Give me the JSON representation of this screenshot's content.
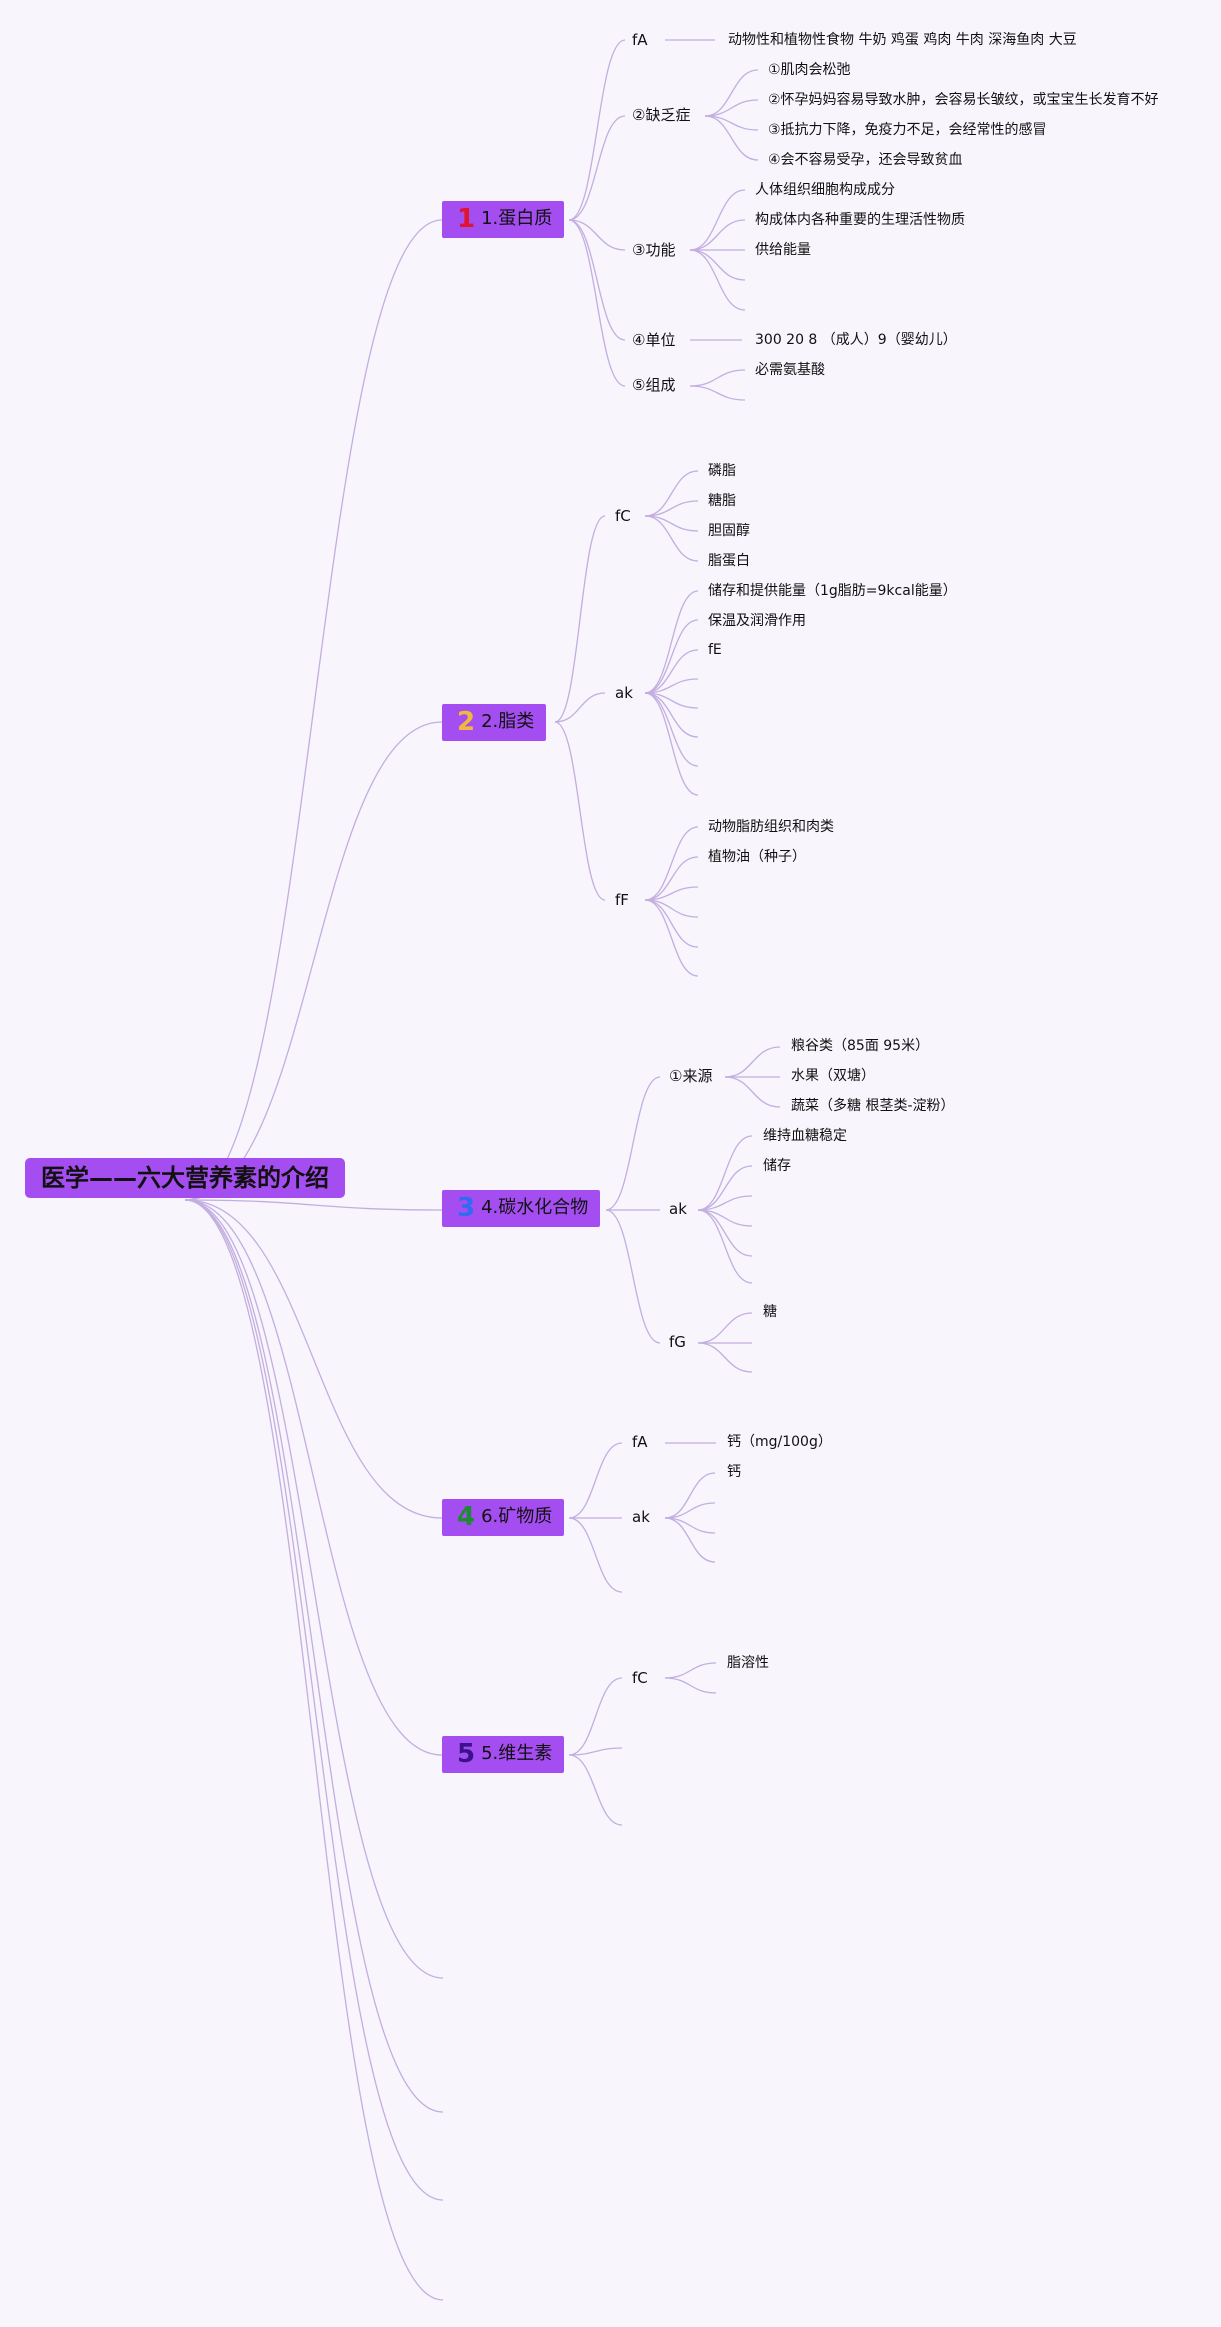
{
  "colors": {
    "background": "#f8f5fc",
    "node_fill": "#a44df0",
    "link": "#c3aee0",
    "num_1": "#e0142e",
    "num_2": "#f1b93c",
    "num_3": "#2f6cf0",
    "num_4": "#1f8a35",
    "num_5": "#3a138c"
  },
  "root": {
    "label": "医学——六大营养素的介绍"
  },
  "protein": {
    "num": "1",
    "label": "1.蛋白质",
    "subs": [
      {
        "label": "fA",
        "leaves": [
          "动物性和植物性食物 牛奶 鸡蛋 鸡肉 牛肉 深海鱼肉 大豆"
        ]
      },
      {
        "label": "②缺乏症",
        "leaves": [
          "①肌肉会松弛",
          "②怀孕妈妈容易导致水肿，会容易长皱纹，或宝宝生长发育不好",
          "③抵抗力下降，免疫力不足，会经常性的感冒",
          "④会不容易受孕，还会导致贫血"
        ]
      },
      {
        "label": "③功能",
        "leaves": [
          "人体组织细胞构成成分",
          "构成体内各种重要的生理活性物质",
          "供给能量"
        ]
      },
      {
        "label": "④单位",
        "leaves": [
          "300 20 8 （成人）9（婴幼儿）"
        ]
      },
      {
        "label": "⑤组成",
        "leaves": [
          "必需氨基酸"
        ]
      }
    ]
  },
  "fat": {
    "num": "2",
    "label": "2.脂类",
    "subs": [
      {
        "label": "fC",
        "leaves": [
          "磷脂",
          "糖脂",
          "胆固醇",
          "脂蛋白"
        ]
      },
      {
        "label": "ak",
        "leaves": [
          "储存和提供能量（1g脂肪=9kcal能量）",
          "保温及润滑作用",
          "fE"
        ]
      },
      {
        "label": "fF",
        "leaves": [
          "动物脂肪组织和肉类",
          "植物油（种子）"
        ]
      }
    ]
  },
  "carbs": {
    "num": "3",
    "label": "4.碳水化合物",
    "subs": [
      {
        "label": "①来源",
        "leaves": [
          "粮谷类（85面 95米）",
          "水果（双塘）",
          "蔬菜（多糖 根茎类-淀粉）"
        ]
      },
      {
        "label": "ak",
        "leaves": [
          "维持血糖稳定",
          "储存"
        ]
      },
      {
        "label": "fG",
        "leaves": [
          "糖"
        ]
      }
    ]
  },
  "minerals": {
    "num": "4",
    "label": "6.矿物质",
    "subs": [
      {
        "label": "fA",
        "leaves": [
          "钙（mg/100g）"
        ]
      },
      {
        "label": "ak",
        "leaves": [
          "钙"
        ]
      }
    ]
  },
  "vitamins": {
    "num": "5",
    "label": "5.维生素",
    "subs": [
      {
        "label": "fC",
        "leaves": [
          "脂溶性"
        ]
      }
    ]
  }
}
